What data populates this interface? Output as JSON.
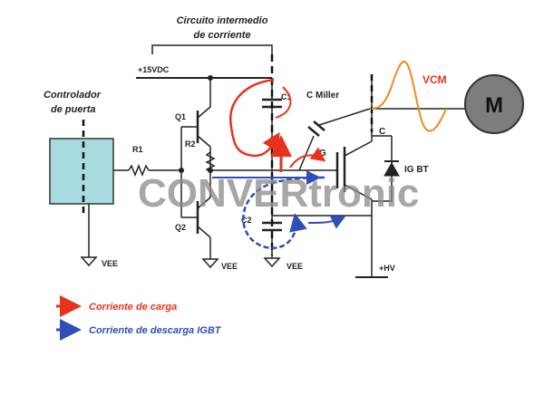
{
  "title_line1": "Circuito intermedio",
  "title_line2": "de corriente",
  "supply_label": "+15VDC",
  "controller_line1": "Controlador",
  "controller_line2": "de puerta",
  "r1": "R1",
  "q1": "Q1",
  "r2": "R2",
  "q2": "Q2",
  "c1": "C1",
  "c2": "C2",
  "cmiller": "C Miller",
  "gate": "G",
  "collector": "C",
  "igbt": "IG BT",
  "vcm": "VCM",
  "motor": "M",
  "vee1": "VEE",
  "vee2": "VEE",
  "vee3": "VEE",
  "hv": "+HV",
  "watermark": "CONVERtronic",
  "legend": {
    "charge": "Corriente de carga",
    "discharge": "Corriente de descarga IGBT"
  },
  "colors": {
    "charge": "#e8321e",
    "discharge": "#2f4fb5",
    "vcm": "#f08a1c",
    "controller_fill": "#a8dbe0",
    "motor_fill": "#7d7d7d",
    "watermark": "#8a8a8a"
  }
}
